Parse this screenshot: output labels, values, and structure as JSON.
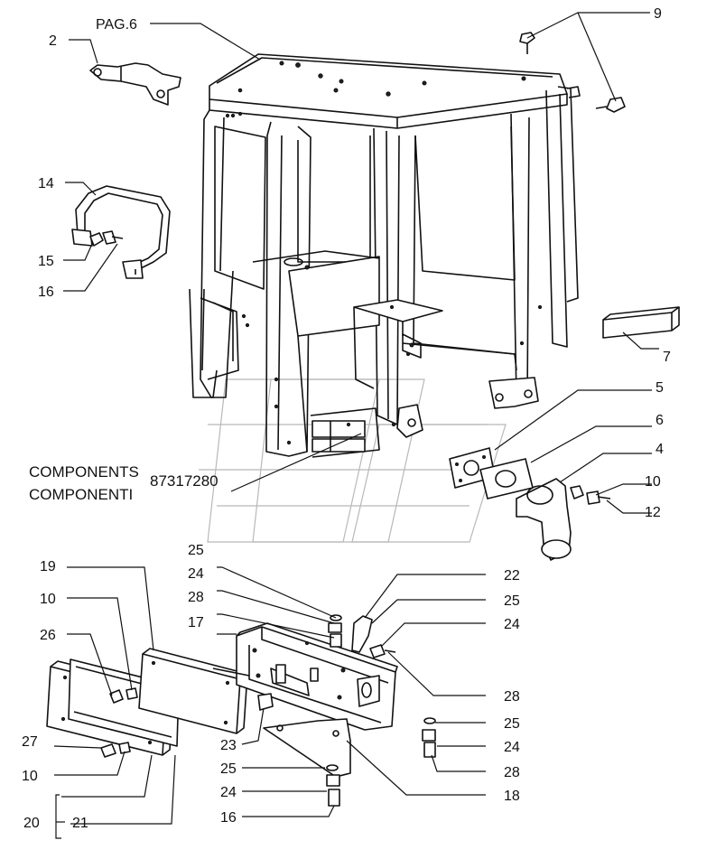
{
  "diagram": {
    "callouts": {
      "pag6": "PAG.6",
      "c2": "2",
      "c9": "9",
      "c14": "14",
      "c15": "15",
      "c16a": "16",
      "c7": "7",
      "c5": "5",
      "c6": "6",
      "c4": "4",
      "c10a": "10",
      "c12": "12",
      "components_en": "COMPONENTS",
      "components_it": "COMPONENTI",
      "part_number": "87317280",
      "c25a": "25",
      "c24a": "24",
      "c28a": "28",
      "c17": "17",
      "c19": "19",
      "c10b": "10",
      "c26": "26",
      "c22": "22",
      "c25b": "25",
      "c24b": "24",
      "c28b": "28",
      "c25c": "25",
      "c24c": "24",
      "c28c": "28",
      "c27": "27",
      "c10c": "10",
      "c23": "23",
      "c25d": "25",
      "c24d": "24",
      "c16b": "16",
      "c18": "18",
      "c20": "20",
      "c21": "21"
    }
  }
}
